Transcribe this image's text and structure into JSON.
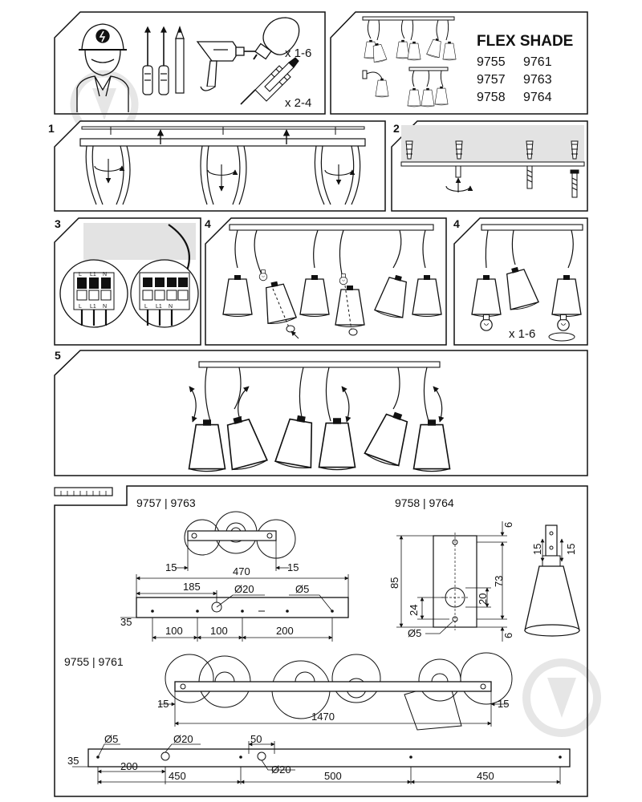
{
  "product": {
    "name": "FLEX SHADE",
    "codes": [
      "9755",
      "9761",
      "9757",
      "9763",
      "9758",
      "9764"
    ]
  },
  "tools": {
    "bulb_qty": "x 1-6",
    "dowel_qty": "x 2-4"
  },
  "steps": {
    "s1": "1",
    "s2": "2",
    "s3": "3",
    "s4a": "4",
    "s4b": "4",
    "s5": "5",
    "bulb_qty": "x 1-6"
  },
  "terminals": {
    "top": [
      "L",
      "L1",
      "N"
    ],
    "bottom": [
      "L",
      "L1",
      "N"
    ]
  },
  "drawings": {
    "d1": {
      "title": "9757 | 9763",
      "overall": "470",
      "offset": "185",
      "hole_a": "Ø20",
      "hole_b": "Ø5",
      "edge": "35",
      "s1": "100",
      "s2": "100",
      "s3": "200",
      "side_l": "15",
      "side_r": "15"
    },
    "d2": {
      "title": "9758 | 9764",
      "height": "85",
      "top": "6",
      "mid": "73",
      "hole_h": "20",
      "low": "24",
      "bottom": "6",
      "hole": "Ø5",
      "side_l": "15",
      "side_r": "15"
    },
    "d3": {
      "title": "9755 | 9761",
      "overall": "1470",
      "side_l": "15",
      "side_r": "15",
      "hole_a": "Ø5",
      "hole_b": "Ø20",
      "w": "50",
      "hole_c": "Ø20",
      "edge": "35",
      "s1": "200",
      "s2": "450",
      "s3": "500",
      "s4": "450"
    }
  }
}
